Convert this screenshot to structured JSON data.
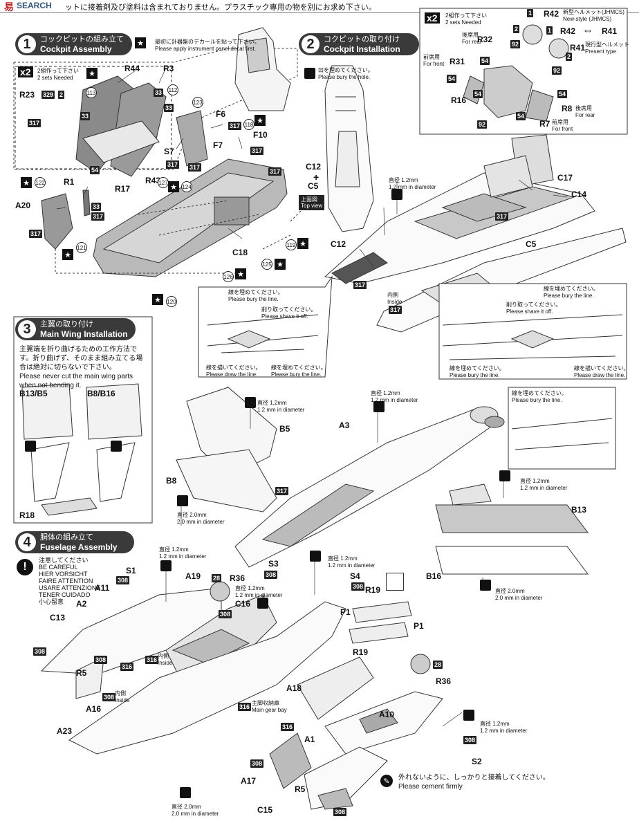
{
  "header": {
    "watermark": "易",
    "watermark2": "SEARCH",
    "note": "ットに接着剤及び塗料は含まれておりません。プラスチック専用の物を別にお求め下さい。"
  },
  "step1": {
    "num": "1",
    "jp": "コックピットの組み立て",
    "en": "Cockpit Assembly",
    "decal_jp": "最初に計器盤のデカールを貼って下さい。",
    "decal_en": "Please apply instrument panel decal first.",
    "sets_jp": "2組作って下さい",
    "sets_en": "2 sets  Needed",
    "x2": "x2"
  },
  "step2": {
    "num": "2",
    "jp": "コクピットの取り付け",
    "en": "Cockpit Installation",
    "bury_jp": "凹を埋めてください。",
    "bury_en": "Please bury the hole.",
    "topview_jp": "上面図",
    "topview_en": "Top view"
  },
  "step3": {
    "num": "3",
    "jp": "主翼の取り付け",
    "en": "Main Wing Installation",
    "note_jp": "主翼端を折り曲げるための工作方法です。折り曲げず、そのまま組み立てる場合は絶対に切らないで下さい。",
    "note_en": "Please never cut the main wing parts when not bending it."
  },
  "step4": {
    "num": "4",
    "jp": "胴体の組み立て",
    "en": "Fuselage Assembly",
    "careful": [
      "注意してください",
      "BE CAREFUL",
      "HIER VORSICHT",
      "FAIRE ATTENTION",
      "USARE ATTENZIONE",
      "TENER CUIDADO",
      "小心留意"
    ]
  },
  "pilot": {
    "x2": "x2",
    "sets_jp": "2組作って下さい",
    "sets_en": "2 sets  Needed",
    "new_jp": "新型ヘルメット(JHMCS)",
    "new_en": "New-style (JHMCS)",
    "present_jp": "現行型ヘルメット",
    "present_en": "Present type",
    "rear_jp": "後席用",
    "rear_en": "For rear",
    "front_jp": "前席用",
    "front_en": "For front"
  },
  "callouts": {
    "bury_line_jp": "線を埋めてください。",
    "bury_line_en": "Please bury the line.",
    "shave_jp": "削り取ってください。",
    "shave_en": "Please shave it off.",
    "draw_line_jp": "線を描いてください。",
    "draw_line_en": "Please draw the line.",
    "dia12_jp": "直径 1.2mm",
    "dia12_en": "1.2 mm in diameter",
    "dia20_jp": "直径 2.0mm",
    "dia20_en": "2.0 mm in diameter",
    "inside_jp": "内側",
    "inside_en": "Inside",
    "maingear_jp": "主脚収納庫",
    "maingear_en": "Main gear bay",
    "cement_jp": "外れないように、しっかりと接着してください。",
    "cement_en": "Please cement firmly"
  },
  "parts": {
    "R44": "R44",
    "R3": "R3",
    "R23": "R23",
    "R17": "R17",
    "R43": "R43",
    "R1": "R1",
    "A20": "A20",
    "S7": "S7",
    "F6": "F6",
    "F7": "F7",
    "F10": "F10",
    "C18": "C18",
    "C12": "C12",
    "C5": "C5",
    "C12b": "C12",
    "C5b": "C5",
    "C17": "C17",
    "C14": "C14",
    "R42a": "R42",
    "R42b": "R42",
    "R41a": "R41",
    "R41b": "R41",
    "R32": "R32",
    "R31": "R31",
    "R16": "R16",
    "R8": "R8",
    "R7": "R7",
    "B13B5": "B13/B5",
    "B8B16": "B8/B16",
    "R18": "R18",
    "B5": "B5",
    "B8": "B8",
    "A3": "A3",
    "B13": "B13",
    "B16": "B16",
    "S1": "S1",
    "A11": "A11",
    "A2": "A2",
    "A19": "A19",
    "R36a": "R36",
    "S3": "S3",
    "S4": "S4",
    "R19a": "R19",
    "C13": "C13",
    "C16": "C16",
    "P1a": "P1",
    "P1b": "P1",
    "R19b": "R19",
    "R5a": "R5",
    "A16": "A16",
    "R36b": "R36",
    "A18": "A18",
    "A10": "A10",
    "A23": "A23",
    "A1": "A1",
    "S2": "S2",
    "A17": "A17",
    "R5b": "R5",
    "C15": "C15"
  },
  "numbers": {
    "n113": "113",
    "n33a": "33",
    "n112": "112",
    "n33b": "33",
    "n123": "123",
    "n317": "317",
    "n329": "329",
    "n2": "2",
    "n54": "54",
    "n118": "118",
    "n122": "122",
    "n127": "127",
    "n124": "124",
    "n121": "121",
    "n119": "119",
    "n125": "125",
    "n126": "126",
    "n120": "120",
    "n92": "92",
    "n1": "1",
    "n308": "308",
    "n316": "316",
    "n28": "28"
  }
}
